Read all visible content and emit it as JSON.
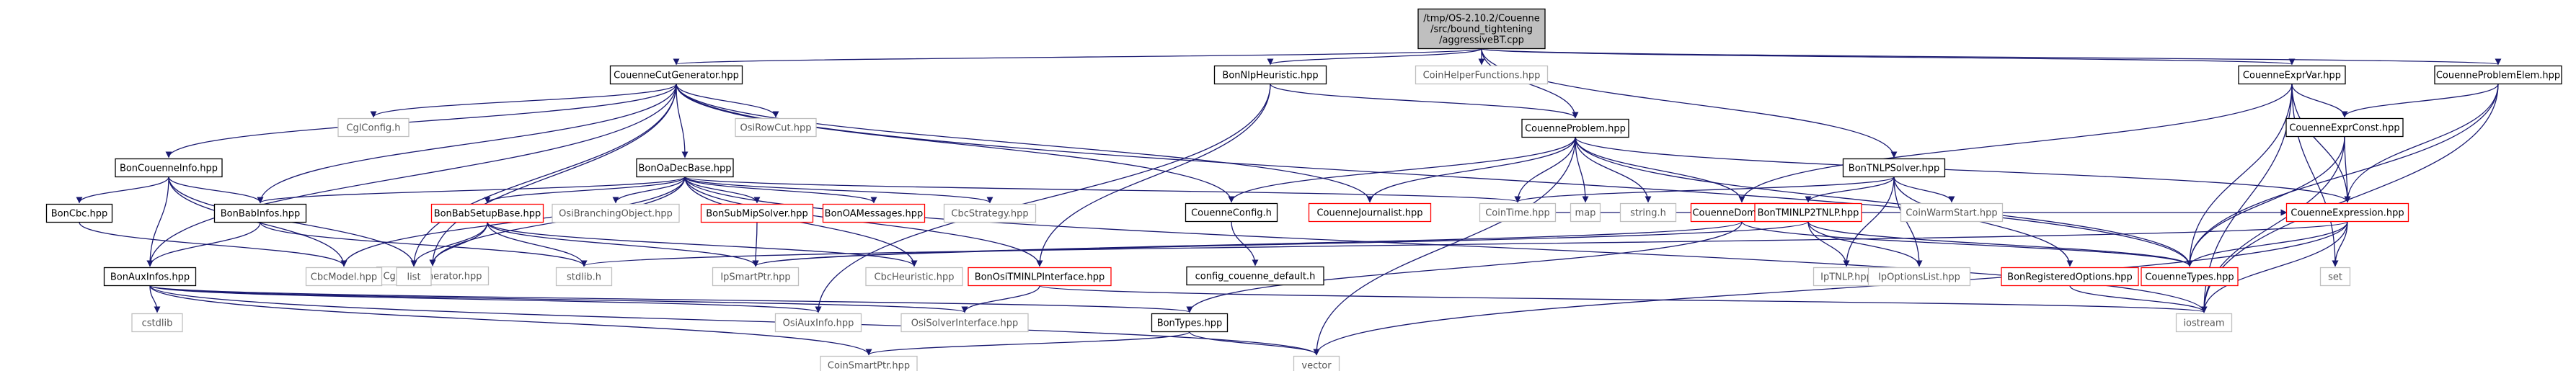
{
  "graph": {
    "root": "root",
    "colors": {
      "edge": "#191970",
      "root_fill": "#bfbfbf",
      "node_border": "#000000",
      "missing_border": "#bfbfbf",
      "external_border": "#bfbfbf",
      "red_border": "#ff0000",
      "text": "#000000",
      "external_text": "#555555",
      "background": "#ffffff"
    },
    "nodes": [
      {
        "id": "root",
        "lines": [
          "/tmp/OS-2.10.2/Couenne",
          "/src/bound_tightening",
          "/aggressiveBT.cpp"
        ],
        "kind": "root"
      },
      {
        "id": "ccg",
        "lines": [
          "CouenneCutGenerator.hpp"
        ],
        "kind": "normal"
      },
      {
        "id": "bnh",
        "lines": [
          "BonNlpHeuristic.hpp"
        ],
        "kind": "normal"
      },
      {
        "id": "chf",
        "lines": [
          "CoinHelperFunctions.hpp"
        ],
        "kind": "external"
      },
      {
        "id": "cp",
        "lines": [
          "CouenneProblem.hpp"
        ],
        "kind": "normal"
      },
      {
        "id": "tnlp",
        "lines": [
          "BonTNLPSolver.hpp"
        ],
        "kind": "normal"
      },
      {
        "id": "cev",
        "lines": [
          "CouenneExprVar.hpp"
        ],
        "kind": "normal"
      },
      {
        "id": "cpe",
        "lines": [
          "CouenneProblemElem.hpp"
        ],
        "kind": "normal"
      },
      {
        "id": "bci",
        "lines": [
          "BonCouenneInfo.hpp"
        ],
        "kind": "normal"
      },
      {
        "id": "cglcfg",
        "lines": [
          "CglConfig.h"
        ],
        "kind": "external"
      },
      {
        "id": "cglcutgen",
        "lines": [
          "CglCutGenerator.hpp"
        ],
        "kind": "external"
      },
      {
        "id": "bodb",
        "lines": [
          "BonOaDecBase.hpp"
        ],
        "kind": "normal"
      },
      {
        "id": "orc",
        "lines": [
          "OsiRowCut.hpp"
        ],
        "kind": "external"
      },
      {
        "id": "cfg",
        "lines": [
          "CouenneConfig.h"
        ],
        "kind": "normal"
      },
      {
        "id": "cjour",
        "lines": [
          "CouenneJournalist.hpp"
        ],
        "kind": "red"
      },
      {
        "id": "ctime",
        "lines": [
          "CoinTime.hpp"
        ],
        "kind": "external"
      },
      {
        "id": "map",
        "lines": [
          "map"
        ],
        "kind": "external"
      },
      {
        "id": "string",
        "lines": [
          "string.h"
        ],
        "kind": "external"
      },
      {
        "id": "cdom",
        "lines": [
          "CouenneDomain.hpp"
        ],
        "kind": "red"
      },
      {
        "id": "btmnlp",
        "lines": [
          "BonTMINLP2TNLP.hpp"
        ],
        "kind": "red"
      },
      {
        "id": "cws",
        "lines": [
          "CoinWarmStart.hpp"
        ],
        "kind": "external"
      },
      {
        "id": "cec",
        "lines": [
          "CouenneExprConst.hpp"
        ],
        "kind": "normal"
      },
      {
        "id": "cexpr",
        "lines": [
          "CouenneExpression.hpp"
        ],
        "kind": "red"
      },
      {
        "id": "bcbc",
        "lines": [
          "BonCbc.hpp"
        ],
        "kind": "normal"
      },
      {
        "id": "bbi",
        "lines": [
          "BonBabInfos.hpp"
        ],
        "kind": "normal"
      },
      {
        "id": "bbsb",
        "lines": [
          "BonBabSetupBase.hpp"
        ],
        "kind": "red"
      },
      {
        "id": "obo",
        "lines": [
          "OsiBranchingObject.hpp"
        ],
        "kind": "external"
      },
      {
        "id": "bsms",
        "lines": [
          "BonSubMipSolver.hpp"
        ],
        "kind": "red"
      },
      {
        "id": "boam",
        "lines": [
          "BonOAMessages.hpp"
        ],
        "kind": "red"
      },
      {
        "id": "cbcs",
        "lines": [
          "CbcStrategy.hpp"
        ],
        "kind": "external"
      },
      {
        "id": "cbcm",
        "lines": [
          "CbcModel.hpp"
        ],
        "kind": "external"
      },
      {
        "id": "list",
        "lines": [
          "list"
        ],
        "kind": "external"
      },
      {
        "id": "stdlib",
        "lines": [
          "stdlib.h"
        ],
        "kind": "external"
      },
      {
        "id": "ipsp",
        "lines": [
          "IpSmartPtr.hpp"
        ],
        "kind": "external"
      },
      {
        "id": "cbch",
        "lines": [
          "CbcHeuristic.hpp"
        ],
        "kind": "external"
      },
      {
        "id": "bosi",
        "lines": [
          "BonOsiTMINLPInterface.hpp"
        ],
        "kind": "red"
      },
      {
        "id": "ccdef",
        "lines": [
          "config_couenne_default.h"
        ],
        "kind": "normal"
      },
      {
        "id": "ctypes",
        "lines": [
          "CouenneTypes.hpp"
        ],
        "kind": "red"
      },
      {
        "id": "iptnlp",
        "lines": [
          "IpTNLP.hpp"
        ],
        "kind": "external"
      },
      {
        "id": "ipol",
        "lines": [
          "IpOptionsList.hpp"
        ],
        "kind": "external"
      },
      {
        "id": "bro",
        "lines": [
          "BonRegisteredOptions.hpp"
        ],
        "kind": "red"
      },
      {
        "id": "set",
        "lines": [
          "set"
        ],
        "kind": "external"
      },
      {
        "id": "bai",
        "lines": [
          "BonAuxInfos.hpp"
        ],
        "kind": "normal"
      },
      {
        "id": "cstdlib",
        "lines": [
          "cstdlib"
        ],
        "kind": "external"
      },
      {
        "id": "oai",
        "lines": [
          "OsiAuxInfo.hpp"
        ],
        "kind": "external"
      },
      {
        "id": "osi",
        "lines": [
          "OsiSolverInterface.hpp"
        ],
        "kind": "external"
      },
      {
        "id": "btypes",
        "lines": [
          "BonTypes.hpp"
        ],
        "kind": "normal"
      },
      {
        "id": "iostream",
        "lines": [
          "iostream"
        ],
        "kind": "external"
      },
      {
        "id": "csp",
        "lines": [
          "CoinSmartPtr.hpp"
        ],
        "kind": "external"
      },
      {
        "id": "vector",
        "lines": [
          "vector"
        ],
        "kind": "external"
      }
    ],
    "edges": [
      [
        "root",
        "ccg"
      ],
      [
        "root",
        "bnh"
      ],
      [
        "root",
        "chf"
      ],
      [
        "root",
        "cp"
      ],
      [
        "root",
        "tnlp"
      ],
      [
        "root",
        "cev"
      ],
      [
        "root",
        "cpe"
      ],
      [
        "ccg",
        "bci"
      ],
      [
        "ccg",
        "cglcfg"
      ],
      [
        "ccg",
        "cglcutgen"
      ],
      [
        "ccg",
        "bodb"
      ],
      [
        "ccg",
        "orc"
      ],
      [
        "ccg",
        "cfg"
      ],
      [
        "ccg",
        "cjour"
      ],
      [
        "ccg",
        "ctypes"
      ],
      [
        "ccg",
        "bbi"
      ],
      [
        "ccg",
        "bai"
      ],
      [
        "ccg",
        "list"
      ],
      [
        "bnh",
        "cp"
      ],
      [
        "bnh",
        "bosi"
      ],
      [
        "bnh",
        "oai"
      ],
      [
        "cp",
        "cfg"
      ],
      [
        "cp",
        "cjour"
      ],
      [
        "cp",
        "ctime"
      ],
      [
        "cp",
        "map"
      ],
      [
        "cp",
        "string"
      ],
      [
        "cp",
        "cdom"
      ],
      [
        "cp",
        "cexpr"
      ],
      [
        "cp",
        "ctypes"
      ],
      [
        "cp",
        "vector"
      ],
      [
        "tnlp",
        "btmnlp"
      ],
      [
        "tnlp",
        "cws"
      ],
      [
        "tnlp",
        "iptnlp"
      ],
      [
        "tnlp",
        "ipol"
      ],
      [
        "tnlp",
        "bro"
      ],
      [
        "tnlp",
        "ctime"
      ],
      [
        "cev",
        "cdom"
      ],
      [
        "cev",
        "cec"
      ],
      [
        "cev",
        "cexpr"
      ],
      [
        "cev",
        "ctypes"
      ],
      [
        "cev",
        "set"
      ],
      [
        "cev",
        "iostream"
      ],
      [
        "cpe",
        "cec"
      ],
      [
        "cpe",
        "cexpr"
      ],
      [
        "cpe",
        "ctypes"
      ],
      [
        "cpe",
        "iostream"
      ],
      [
        "bci",
        "bcbc"
      ],
      [
        "bci",
        "bbi"
      ],
      [
        "bci",
        "bai"
      ],
      [
        "bci",
        "list"
      ],
      [
        "bci",
        "cbcm"
      ],
      [
        "bodb",
        "bbi"
      ],
      [
        "bodb",
        "bbsb"
      ],
      [
        "bodb",
        "obo"
      ],
      [
        "bodb",
        "bsms"
      ],
      [
        "bodb",
        "boam"
      ],
      [
        "bodb",
        "cbcs"
      ],
      [
        "bodb",
        "cglcutgen"
      ],
      [
        "bodb",
        "cbcm"
      ],
      [
        "bodb",
        "bosi"
      ],
      [
        "bodb",
        "cbch"
      ],
      [
        "bodb",
        "iostream"
      ],
      [
        "bodb",
        "ctime"
      ],
      [
        "bcbc",
        "cbcm"
      ],
      [
        "bbi",
        "bai"
      ],
      [
        "bbi",
        "stdlib"
      ],
      [
        "bbsb",
        "cglcutgen"
      ],
      [
        "bbsb",
        "list"
      ],
      [
        "bbsb",
        "ipsp"
      ],
      [
        "bbsb",
        "cbch"
      ],
      [
        "bbsb",
        "stdlib"
      ],
      [
        "bsms",
        "ipsp"
      ],
      [
        "bai",
        "cstdlib"
      ],
      [
        "bai",
        "oai"
      ],
      [
        "bai",
        "osi"
      ],
      [
        "bai",
        "btypes"
      ],
      [
        "bai",
        "vector"
      ],
      [
        "bai",
        "csp"
      ],
      [
        "cfg",
        "ccdef"
      ],
      [
        "cdom",
        "btypes"
      ],
      [
        "cdom",
        "ipsp"
      ],
      [
        "cdom",
        "ctypes"
      ],
      [
        "btmnlp",
        "ipsp"
      ],
      [
        "btmnlp",
        "iptnlp"
      ],
      [
        "btmnlp",
        "ipol"
      ],
      [
        "btmnlp",
        "ctypes"
      ],
      [
        "bosi",
        "osi"
      ],
      [
        "bosi",
        "iostream"
      ],
      [
        "cec",
        "cexpr"
      ],
      [
        "cec",
        "ctypes"
      ],
      [
        "cec",
        "iostream"
      ],
      [
        "cexpr",
        "ctypes"
      ],
      [
        "cexpr",
        "set"
      ],
      [
        "cexpr",
        "iostream"
      ],
      [
        "cexpr",
        "vector"
      ],
      [
        "cexpr",
        "stdlib"
      ],
      [
        "bro",
        "iostream"
      ],
      [
        "btypes",
        "csp"
      ],
      [
        "btypes",
        "vector"
      ],
      [
        "ctime",
        "cexpr"
      ]
    ]
  }
}
